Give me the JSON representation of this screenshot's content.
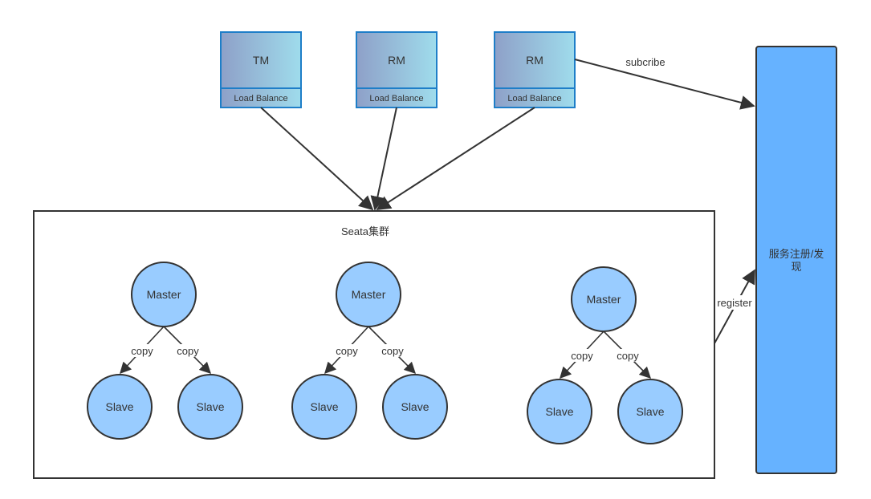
{
  "clients": [
    {
      "label": "TM",
      "sublabel": "Load Balance"
    },
    {
      "label": "RM",
      "sublabel": "Load Balance"
    },
    {
      "label": "RM",
      "sublabel": "Load Balance"
    }
  ],
  "cluster": {
    "title": "Seata集群"
  },
  "groups": [
    {
      "master": "Master",
      "slaves": [
        "Slave",
        "Slave"
      ],
      "edge_labels": [
        "copy",
        "copy"
      ]
    },
    {
      "master": "Master",
      "slaves": [
        "Slave",
        "Slave"
      ],
      "edge_labels": [
        "copy",
        "copy"
      ]
    },
    {
      "master": "Master",
      "slaves": [
        "Slave",
        "Slave"
      ],
      "edge_labels": [
        "copy",
        "copy"
      ]
    }
  ],
  "registry": {
    "line1": "服务注册/发",
    "line2": "现"
  },
  "edges": {
    "subscribe": "subcribe",
    "register": "register"
  },
  "colors": {
    "client_gradient_start": "#8ea0c8",
    "client_gradient_end": "#9fdcec",
    "client_border": "#1e7ec8",
    "node_fill": "#99ccff",
    "node_stroke": "#333333",
    "registry_fill": "#66b2ff",
    "registry_stroke": "#333333"
  }
}
